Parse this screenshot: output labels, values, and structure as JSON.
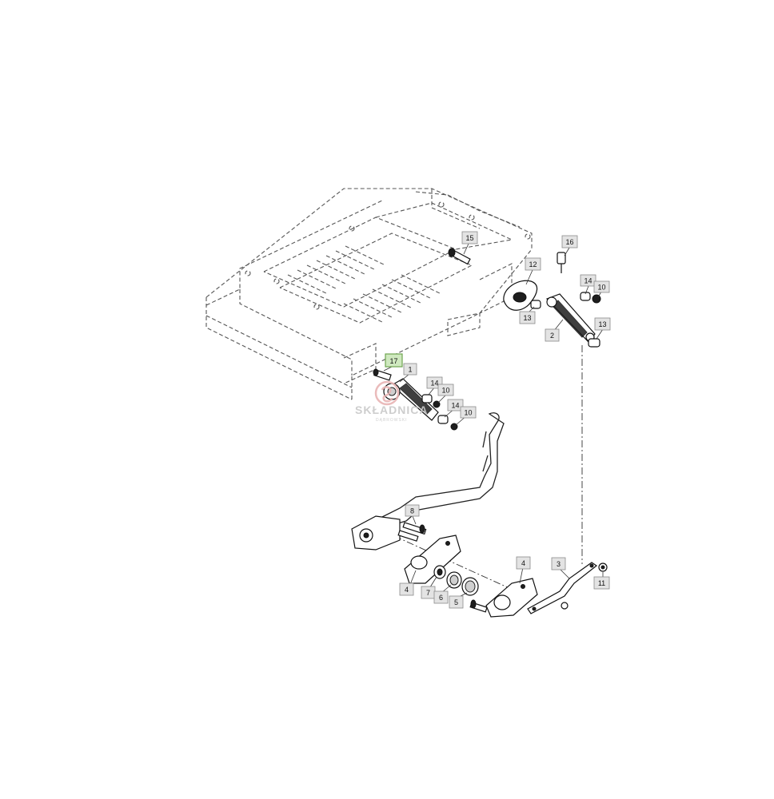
{
  "watermark": {
    "brand": "SKŁADNICA",
    "sub": "DĄBROWSKI",
    "color": "#e8b4b4"
  },
  "highlight_color": "#cfe9bf",
  "callouts": {
    "c1": "1",
    "c2": "2",
    "c3": "3",
    "c4a": "4",
    "c4b": "4",
    "c5": "5",
    "c6": "6",
    "c7": "7",
    "c8": "8",
    "c10a": "10",
    "c10b": "10",
    "c10c": "10",
    "c11": "11",
    "c12": "12",
    "c13a": "13",
    "c13b": "13",
    "c14a": "14",
    "c14b": "14",
    "c14c": "14",
    "c15": "15",
    "c16": "16",
    "c17": "17"
  }
}
